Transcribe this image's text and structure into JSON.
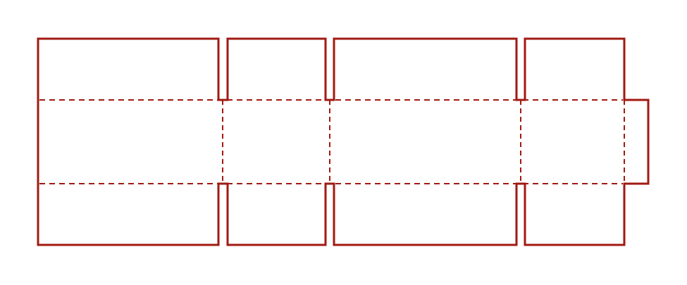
{
  "diagram": {
    "type": "box-dieline",
    "colors": {
      "cut": "#a01a12",
      "fold": "#a01a12",
      "background": "#ffffff"
    },
    "line_styles": {
      "cut": "solid",
      "fold": "dashed"
    },
    "panels": [
      {
        "id": "panel-1",
        "top_flap": true,
        "bottom_flap": true
      },
      {
        "id": "panel-2",
        "top_flap": true,
        "bottom_flap": true
      },
      {
        "id": "panel-3",
        "top_flap": true,
        "bottom_flap": true
      },
      {
        "id": "panel-4",
        "top_flap": true,
        "bottom_flap": true
      }
    ],
    "glue_tab": {
      "present": true,
      "side": "right"
    }
  }
}
